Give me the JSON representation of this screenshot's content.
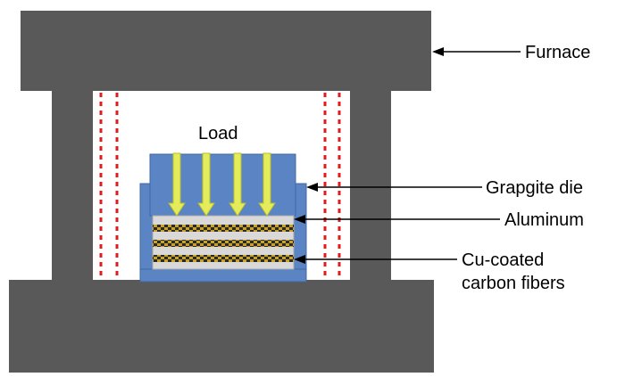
{
  "diagram": {
    "title": "",
    "labels": {
      "load": "Load",
      "furnace": "Furnace",
      "graphite_die": "Grapgite die",
      "aluminum": "Aluminum",
      "fibers_line1": "Cu-coated",
      "fibers_line2": "carbon fibers"
    },
    "colors": {
      "furnace": "#595959",
      "die": "#5b84c4",
      "die_stroke": "#41679f",
      "load_arrow": "#e5ec5a",
      "aluminum": "#d9d9d9",
      "fiber_band": "#c9a227",
      "heater_dots": "#e31b1b",
      "chamber": "#ffffff"
    },
    "counts": {
      "load_arrows": 4,
      "fiber_layers": 3
    }
  }
}
